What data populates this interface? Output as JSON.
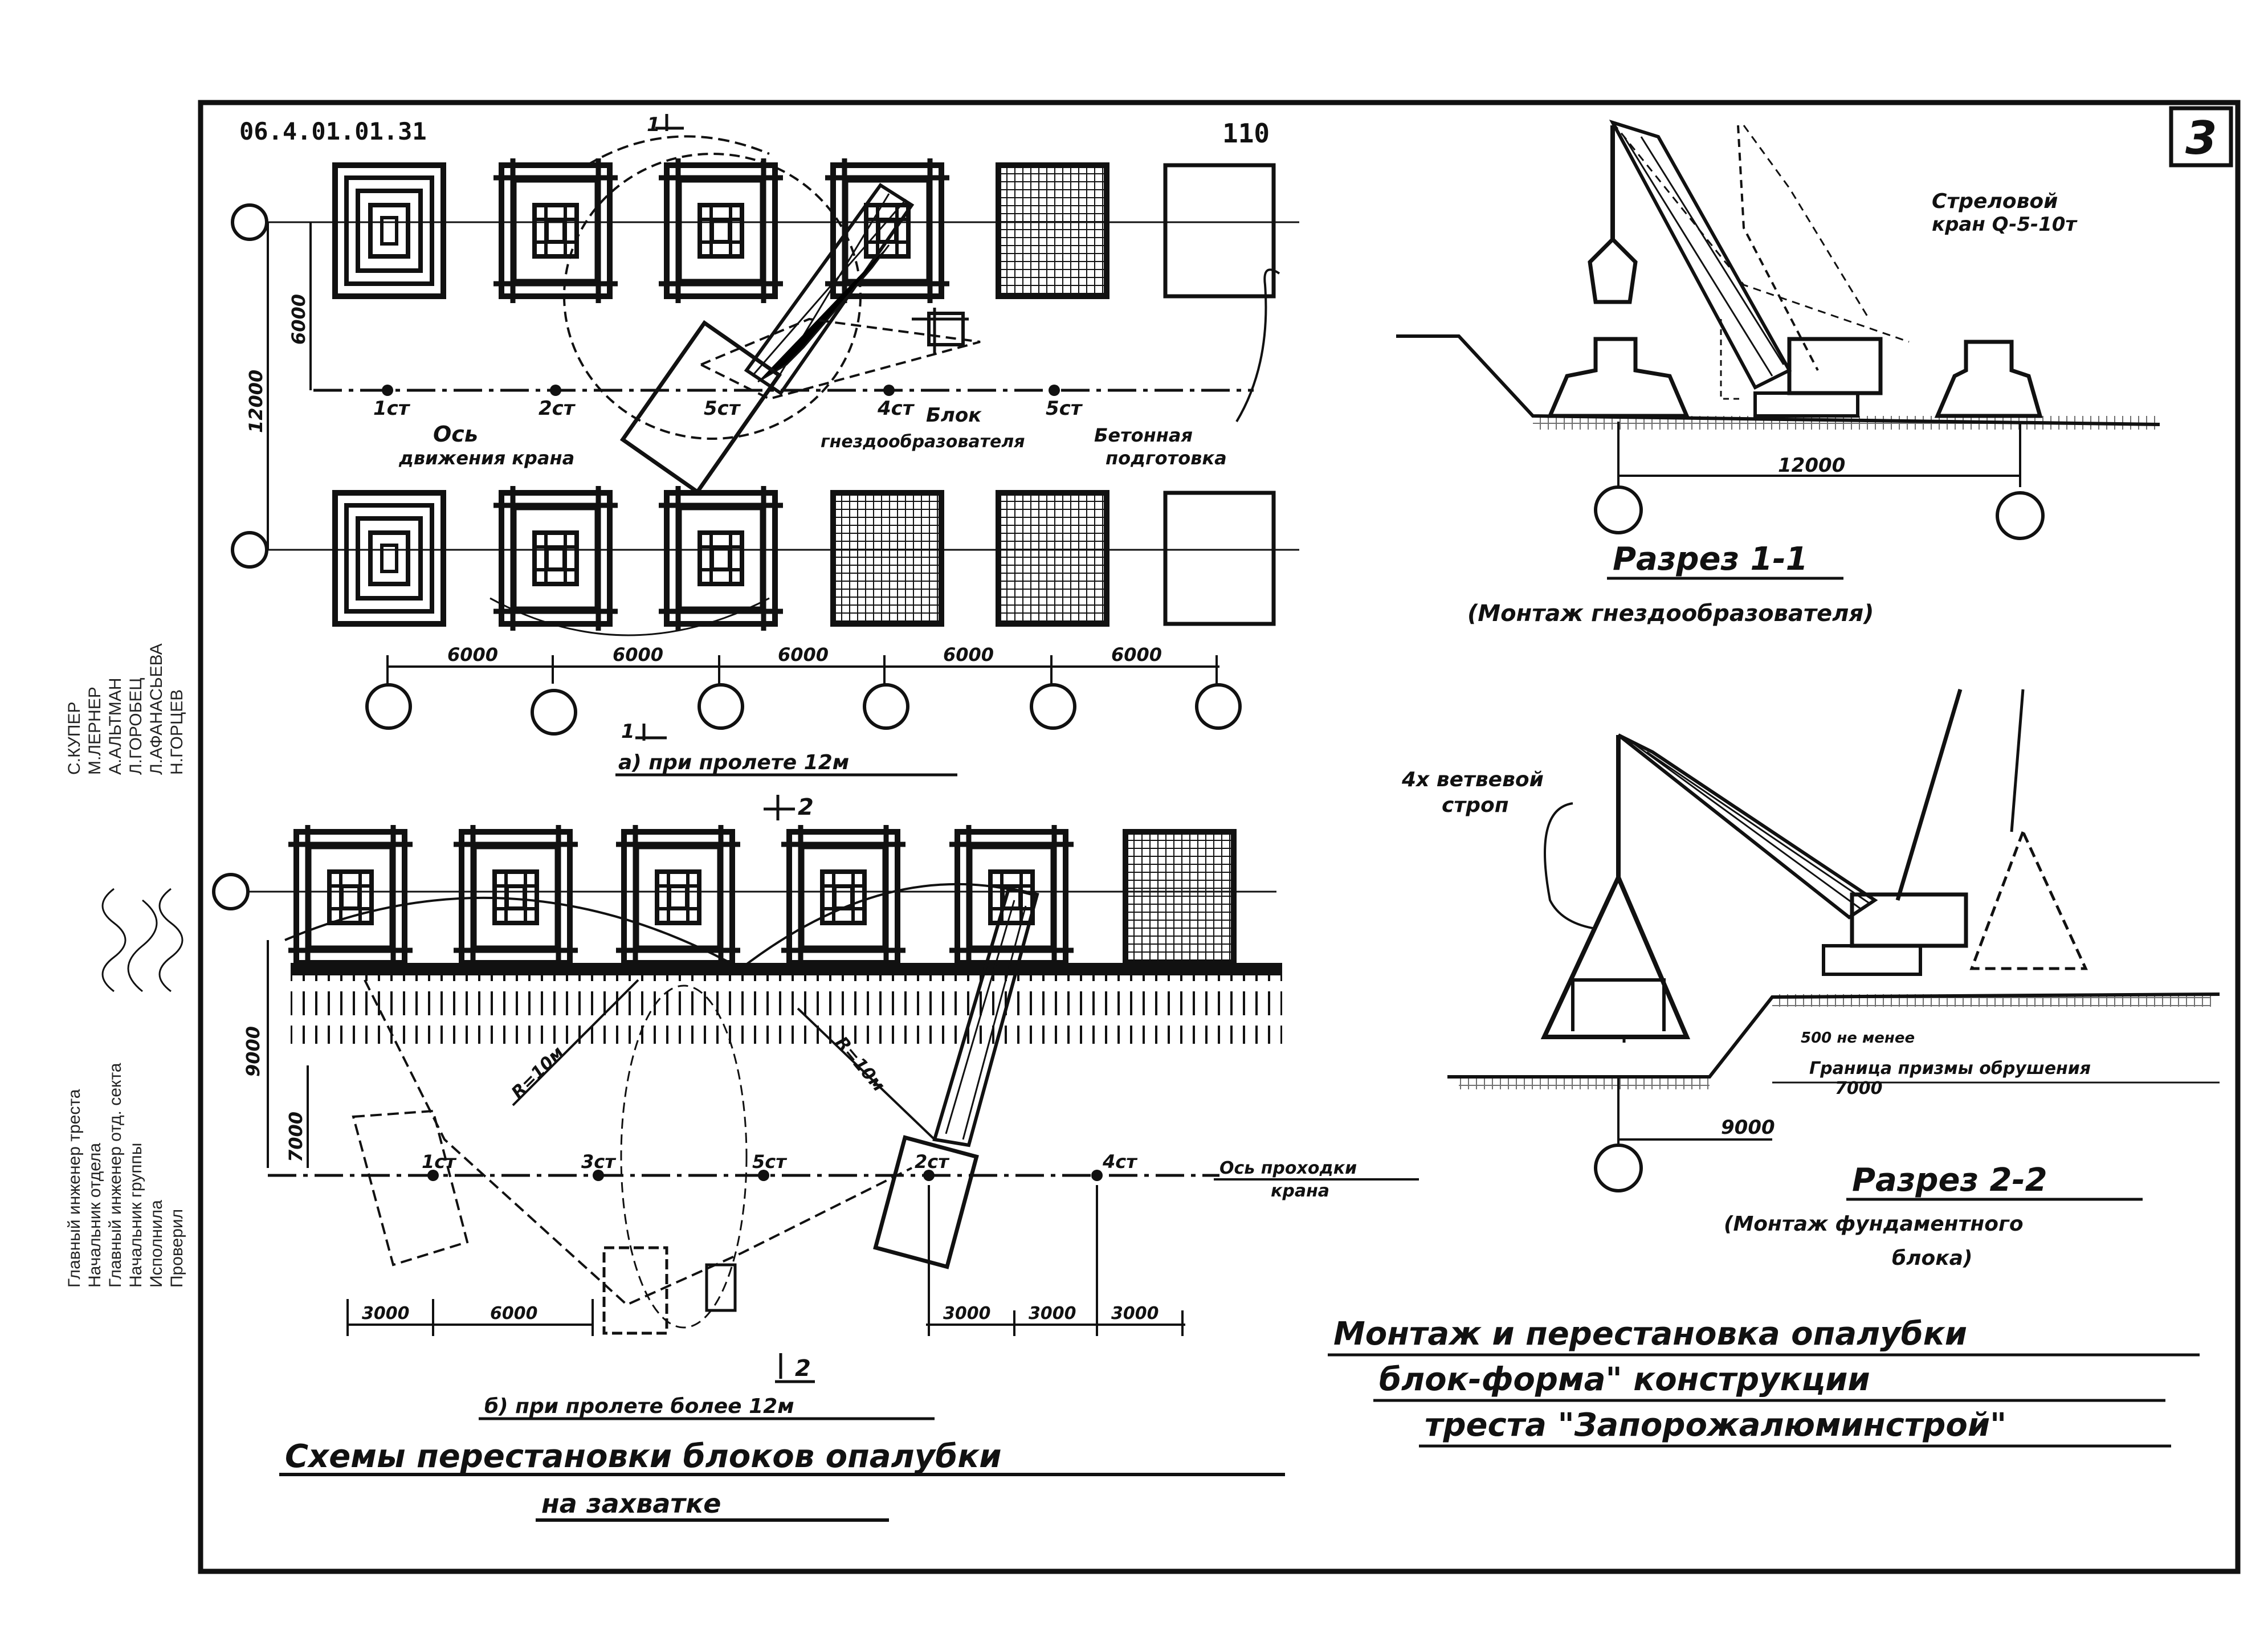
{
  "header": {
    "code": "06.4.01.01.31",
    "page": "110",
    "sheet_number": "3",
    "cut_marker_top": "1",
    "cut_marker_bottom": "1",
    "cut2_top": "2",
    "cut2_bottom": "2"
  },
  "plan_a": {
    "dim_vertical_inner": "6000",
    "dim_vertical_outer": "12000",
    "stands": [
      "1ст",
      "2ст",
      "5ст",
      "4ст",
      "5ст"
    ],
    "crane_axis_label_1": "Ось",
    "crane_axis_label_2": "движения крана",
    "block_label_1": "Блок",
    "block_label_2": "гнездообразователя",
    "concrete_label_1": "Бетонная",
    "concrete_label_2": "подготовка",
    "bottom_dims": [
      "6000",
      "6000",
      "6000",
      "6000",
      "6000"
    ],
    "caption": "а) при пролете 12м"
  },
  "plan_b": {
    "dim_9000": "9000",
    "dim_7000": "7000",
    "radius_left": "R=10м",
    "radius_right": "R=10м",
    "stands": [
      "1ст",
      "3ст",
      "5ст",
      "2ст",
      "4ст"
    ],
    "axis_label_1": "Ось проходки",
    "axis_label_2": "крана",
    "bottom_dims_left": [
      "3000",
      "6000"
    ],
    "bottom_dims_right": [
      "3000",
      "3000",
      "3000"
    ],
    "caption": "б) при пролете более 12м"
  },
  "main_title_1": "Схемы перестановки блоков опалубки",
  "main_title_2": "на захватке",
  "section_1": {
    "crane_label_1": "Стреловой",
    "crane_label_2": "кран Q-5-10т",
    "dim": "12000",
    "title": "Разрез 1-1",
    "subtitle": "(Монтаж гнездообразователя)"
  },
  "section_2": {
    "sling_label_1": "4х ветвевой",
    "sling_label_2": "строп",
    "dim_500": "500 не менее",
    "prism_label": "Граница призмы обрушения",
    "dim_7000": "7000",
    "dim_9000": "9000",
    "title": "Разрез 2-2",
    "subtitle_1": "(Монтаж фундаментного",
    "subtitle_2": "блока)"
  },
  "right_title_1": "Монтаж и перестановка опалубки",
  "right_title_2": "блок-форма\" конструкции",
  "right_title_3": "треста \"Запорожалюминстрой\"",
  "stamp": {
    "rows": [
      {
        "role": "Главный инженер треста",
        "name": "С.КУПЕР"
      },
      {
        "role": "Начальник отдела",
        "name": "М.ЛЕРНЕР"
      },
      {
        "role": "Главный инженер отд. секта",
        "name": "А.АЛЬТМАН"
      },
      {
        "role": "Начальник группы",
        "name": "Л.ГОРОБЕЦ"
      },
      {
        "role": "Исполнила",
        "name": "Л.АФАНАСЬЕВА"
      },
      {
        "role": "Проверил",
        "name": "Н.ГОРЦЕВ"
      }
    ]
  },
  "colors": {
    "ink": "#111111",
    "paper": "#ffffff"
  }
}
